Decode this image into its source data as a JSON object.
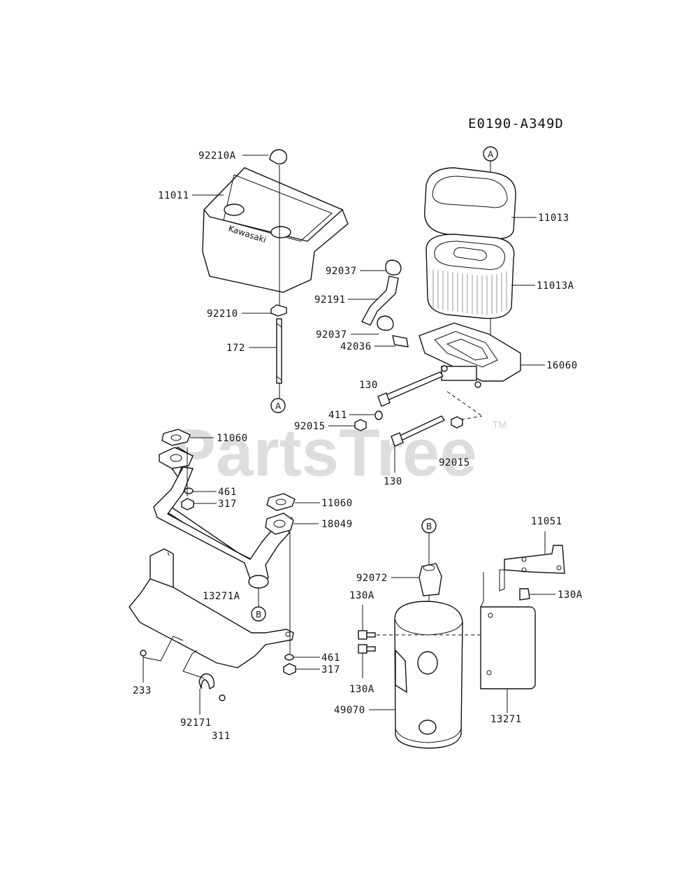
{
  "diagram_code": "E0190-A349D",
  "watermark": {
    "text": "PartsTree",
    "tm": "TM"
  },
  "refs": {
    "a": "A",
    "b": "B"
  },
  "labels": {
    "p92210A": "92210A",
    "p11011": "11011",
    "p92210": "92210",
    "p172": "172",
    "p11013": "11013",
    "p11013A": "11013A",
    "p92037_top": "92037",
    "p92191": "92191",
    "p92037_bot": "92037",
    "p42036": "42036",
    "p16060": "16060",
    "p130_a": "130",
    "p411": "411",
    "p92015_l": "92015",
    "p92015_r": "92015",
    "p130_b": "130",
    "p11060_a": "11060",
    "p461_a": "461",
    "p317_a": "317",
    "p11060_b": "11060",
    "p18049": "18049",
    "p13271A": "13271A",
    "p461_b": "461",
    "p317_b": "317",
    "p233": "233",
    "p92171": "92171",
    "p311": "311",
    "p92072": "92072",
    "p130A_l1": "130A",
    "p130A_l2": "130A",
    "p49070": "49070",
    "p11051": "11051",
    "p130A_r": "130A",
    "p13271": "13271"
  }
}
